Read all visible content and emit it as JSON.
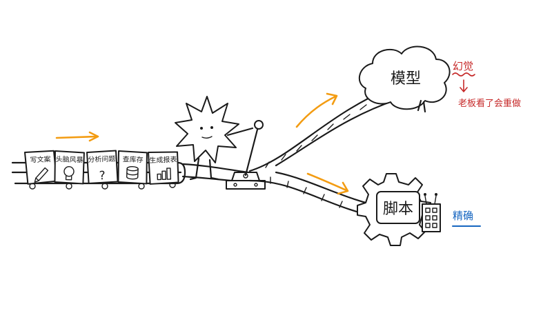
{
  "cards": [
    {
      "label": "写文案",
      "icon": "pencil-icon"
    },
    {
      "label": "头脑风暴",
      "icon": "lightbulb-icon"
    },
    {
      "label": "分析问题",
      "icon": "question-mark-icon"
    },
    {
      "label": "查库存",
      "icon": "database-icon"
    },
    {
      "label": "生成报表",
      "icon": "bar-chart-icon"
    }
  ],
  "model": {
    "label": "模型",
    "note_top": "幻觉",
    "note_bottom": "老板看了会重做"
  },
  "script": {
    "label": "脚本",
    "note": "精确"
  },
  "colors": {
    "ink": "#1a1a1a",
    "arrow": "#f39c12",
    "warning": "#c62828",
    "precise": "#1565c0"
  }
}
